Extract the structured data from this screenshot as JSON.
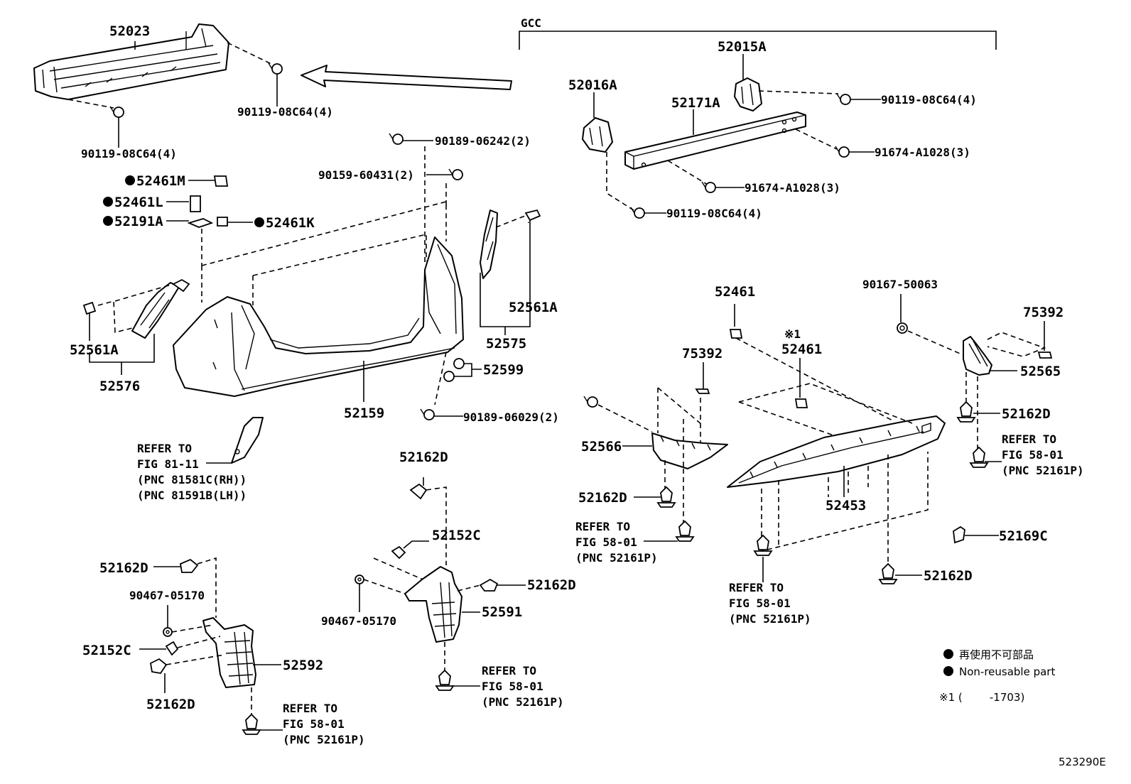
{
  "callouts": {
    "p52023": "52023",
    "p52015A": "52015A",
    "p52016A": "52016A",
    "p52171A": "52171A",
    "bolt_90119_a": "90119-08C64(4)",
    "bolt_90119_b": "90119-08C64(4)",
    "bolt_90119_c": "90119-08C64(4)",
    "bolt_90119_d": "90119-08C64(4)",
    "bolt_91674_a": "91674-A1028(3)",
    "bolt_91674_b": "91674-A1028(3)",
    "p90189_06242": "90189-06242(2)",
    "p90159_60431": "90159-60431(2)",
    "p52461M": "52461M",
    "p52461L": "52461L",
    "p52191A": "52191A",
    "p52461K": "52461K",
    "p52561A_l": "52561A",
    "p52576": "52576",
    "p52561A_r": "52561A",
    "p52575": "52575",
    "p52599": "52599",
    "p52159": "52159",
    "p90189_06029": "90189-06029(2)",
    "p52461_a": "52461",
    "p52461_b": "52461",
    "note_mark": "※1",
    "p90167_50063": "90167-50063",
    "p75392_a": "75392",
    "p75392_b": "75392",
    "p52565": "52565",
    "p52162D_1": "52162D",
    "p52566": "52566",
    "p52453": "52453",
    "p52162D_2": "52162D",
    "p52162D_3": "52162D",
    "p52152C_a": "52152C",
    "p52162D_4": "52162D",
    "p52162D_5": "52162D",
    "p90467_05170_a": "90467-05170",
    "p90467_05170_b": "90467-05170",
    "p52152C_b": "52152C",
    "p52592": "52592",
    "p52162D_6": "52162D",
    "p52591": "52591",
    "p52169C": "52169C",
    "p52162D_7": "52162D"
  },
  "refs": {
    "fig81": [
      "REFER TO",
      "FIG 81-11",
      "(PNC 81581C(RH))",
      "(PNC 81591B(LH))"
    ],
    "fig58_a": [
      "REFER TO",
      "FIG 58-01",
      "(PNC 52161P)"
    ],
    "fig58_b": [
      "REFER TO",
      "FIG 58-01",
      "(PNC 52161P)"
    ],
    "fig58_c": [
      "REFER TO",
      "FIG 58-01",
      "(PNC 52161P)"
    ],
    "fig58_d": [
      "REFER TO",
      "FIG 58-01",
      "(PNC 52161P)"
    ],
    "fig58_e": [
      "REFER TO",
      "FIG 58-01",
      "(PNC 52161P)"
    ]
  },
  "group_label": "GCC",
  "legend": {
    "jp": "再使用不可部品",
    "en": "Non-reusable part",
    "note": "※1 (        -1703)"
  },
  "figure_code": "523290E"
}
